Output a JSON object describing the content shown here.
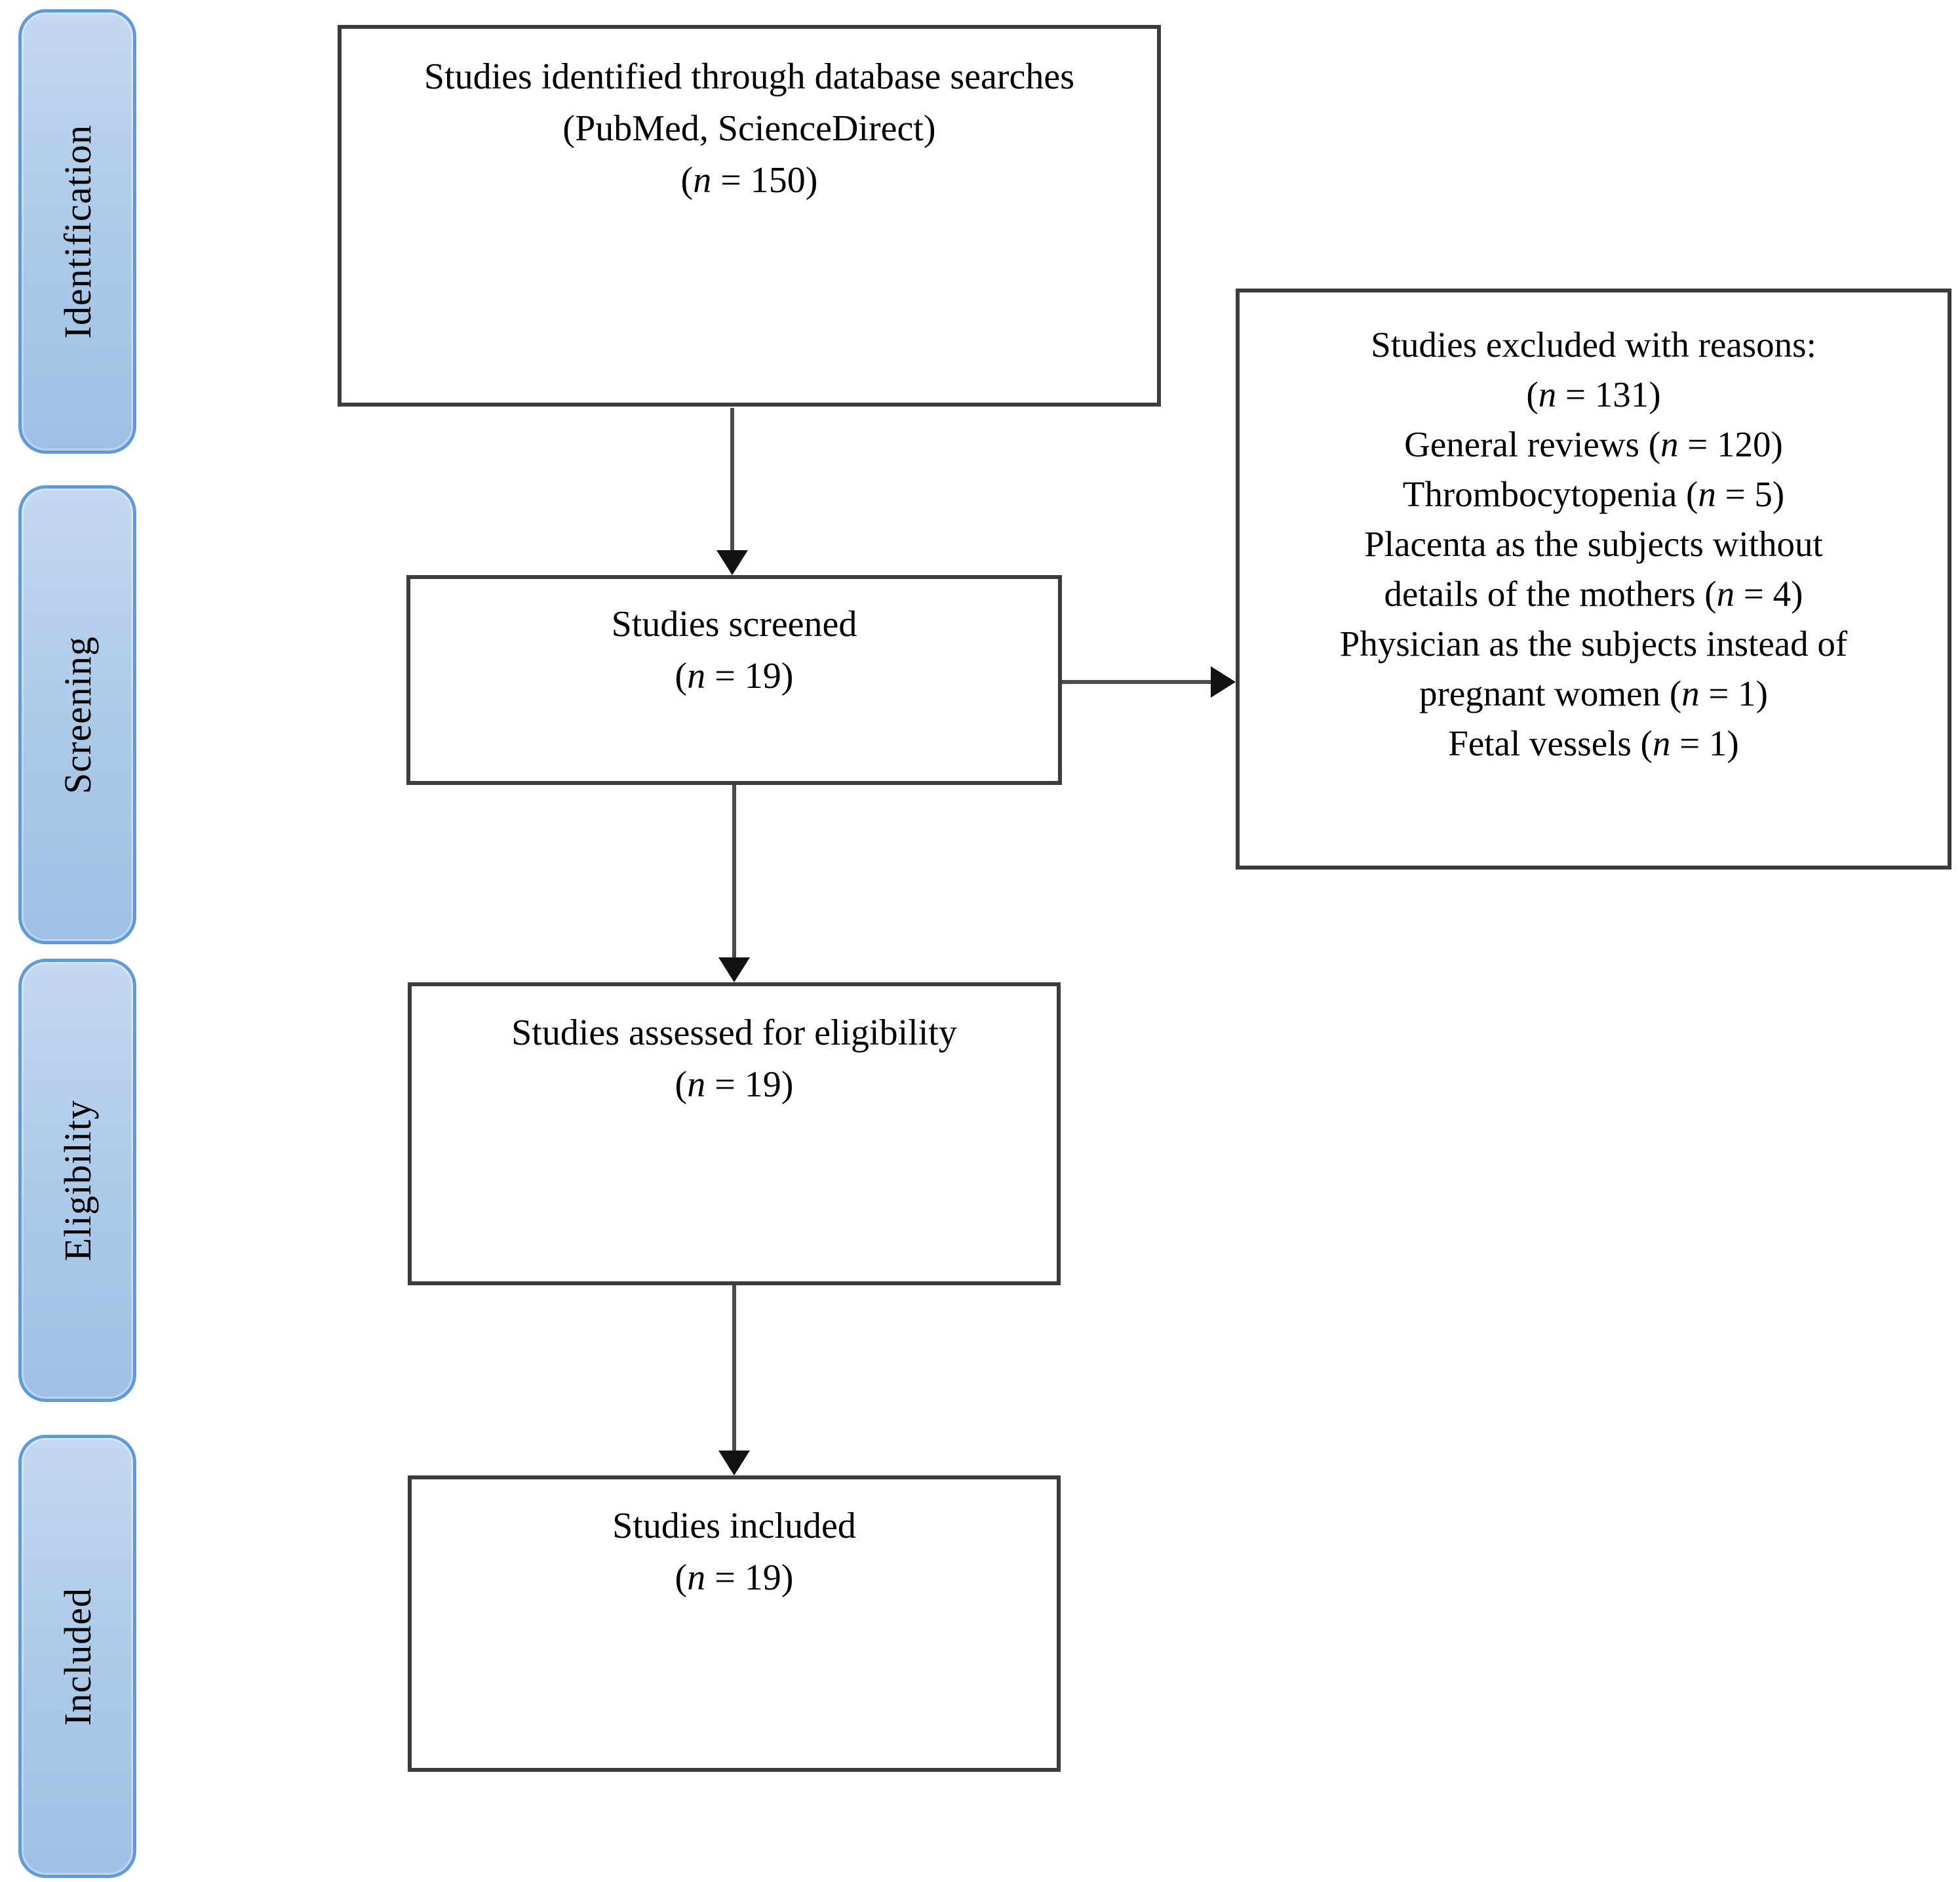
{
  "figure": {
    "stages": [
      {
        "label": "Identification"
      },
      {
        "label": "Screening"
      },
      {
        "label": "Eligibility"
      },
      {
        "label": "Included"
      }
    ],
    "boxes": {
      "identified": {
        "lines": [
          "Studies identified through database searches",
          "(PubMed, ScienceDirect)",
          "(n = 150)"
        ]
      },
      "screened": {
        "lines": [
          "Studies screened",
          "(n = 19)"
        ]
      },
      "excluded": {
        "lines": [
          "Studies excluded with reasons:",
          "(n = 131)",
          "General reviews (n = 120)",
          "Thrombocytopenia (n = 5)",
          "Placenta as the subjects without",
          "details of the mothers (n = 4)",
          "Physician as the subjects instead of",
          "pregnant women (n = 1)",
          "Fetal vessels (n = 1)"
        ]
      },
      "assessed": {
        "lines": [
          "Studies assessed for eligibility",
          "(n = 19)"
        ]
      },
      "included": {
        "lines": [
          "Studies included",
          "(n = 19)"
        ]
      }
    },
    "colors": {
      "background": "#ffffff",
      "stage_border": "#5e9bd8",
      "stage_fill_top": "#c4d8f0",
      "stage_fill_bottom": "#9fc0e5",
      "box_border": "#3c3c3c",
      "arrow_line": "#4d4d4d",
      "arrow_head": "#111111",
      "text": "#000000"
    }
  }
}
